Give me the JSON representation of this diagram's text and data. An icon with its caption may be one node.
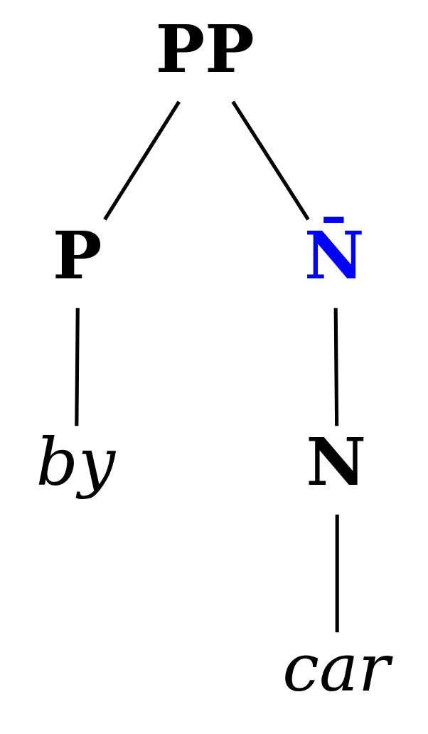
{
  "diagram": {
    "nodes": [
      {
        "text": [
          "PP"
        ]
      },
      {
        "text": [
          "P"
        ]
      },
      {
        "text": [
          "N̄"
        ]
      },
      {
        "text": [
          "by"
        ]
      },
      {
        "text": [
          "N"
        ]
      },
      {
        "text": [
          "car"
        ]
      }
    ],
    "edges": [
      {
        "from": 0,
        "to": 1,
        "arrow": "none"
      },
      {
        "from": 0,
        "to": 2,
        "arrow": "none"
      },
      {
        "from": 1,
        "to": 3,
        "arrow": "none"
      },
      {
        "from": 2,
        "to": 4,
        "arrow": "none"
      },
      {
        "from": 4,
        "to": 5,
        "arrow": "none"
      }
    ]
  }
}
